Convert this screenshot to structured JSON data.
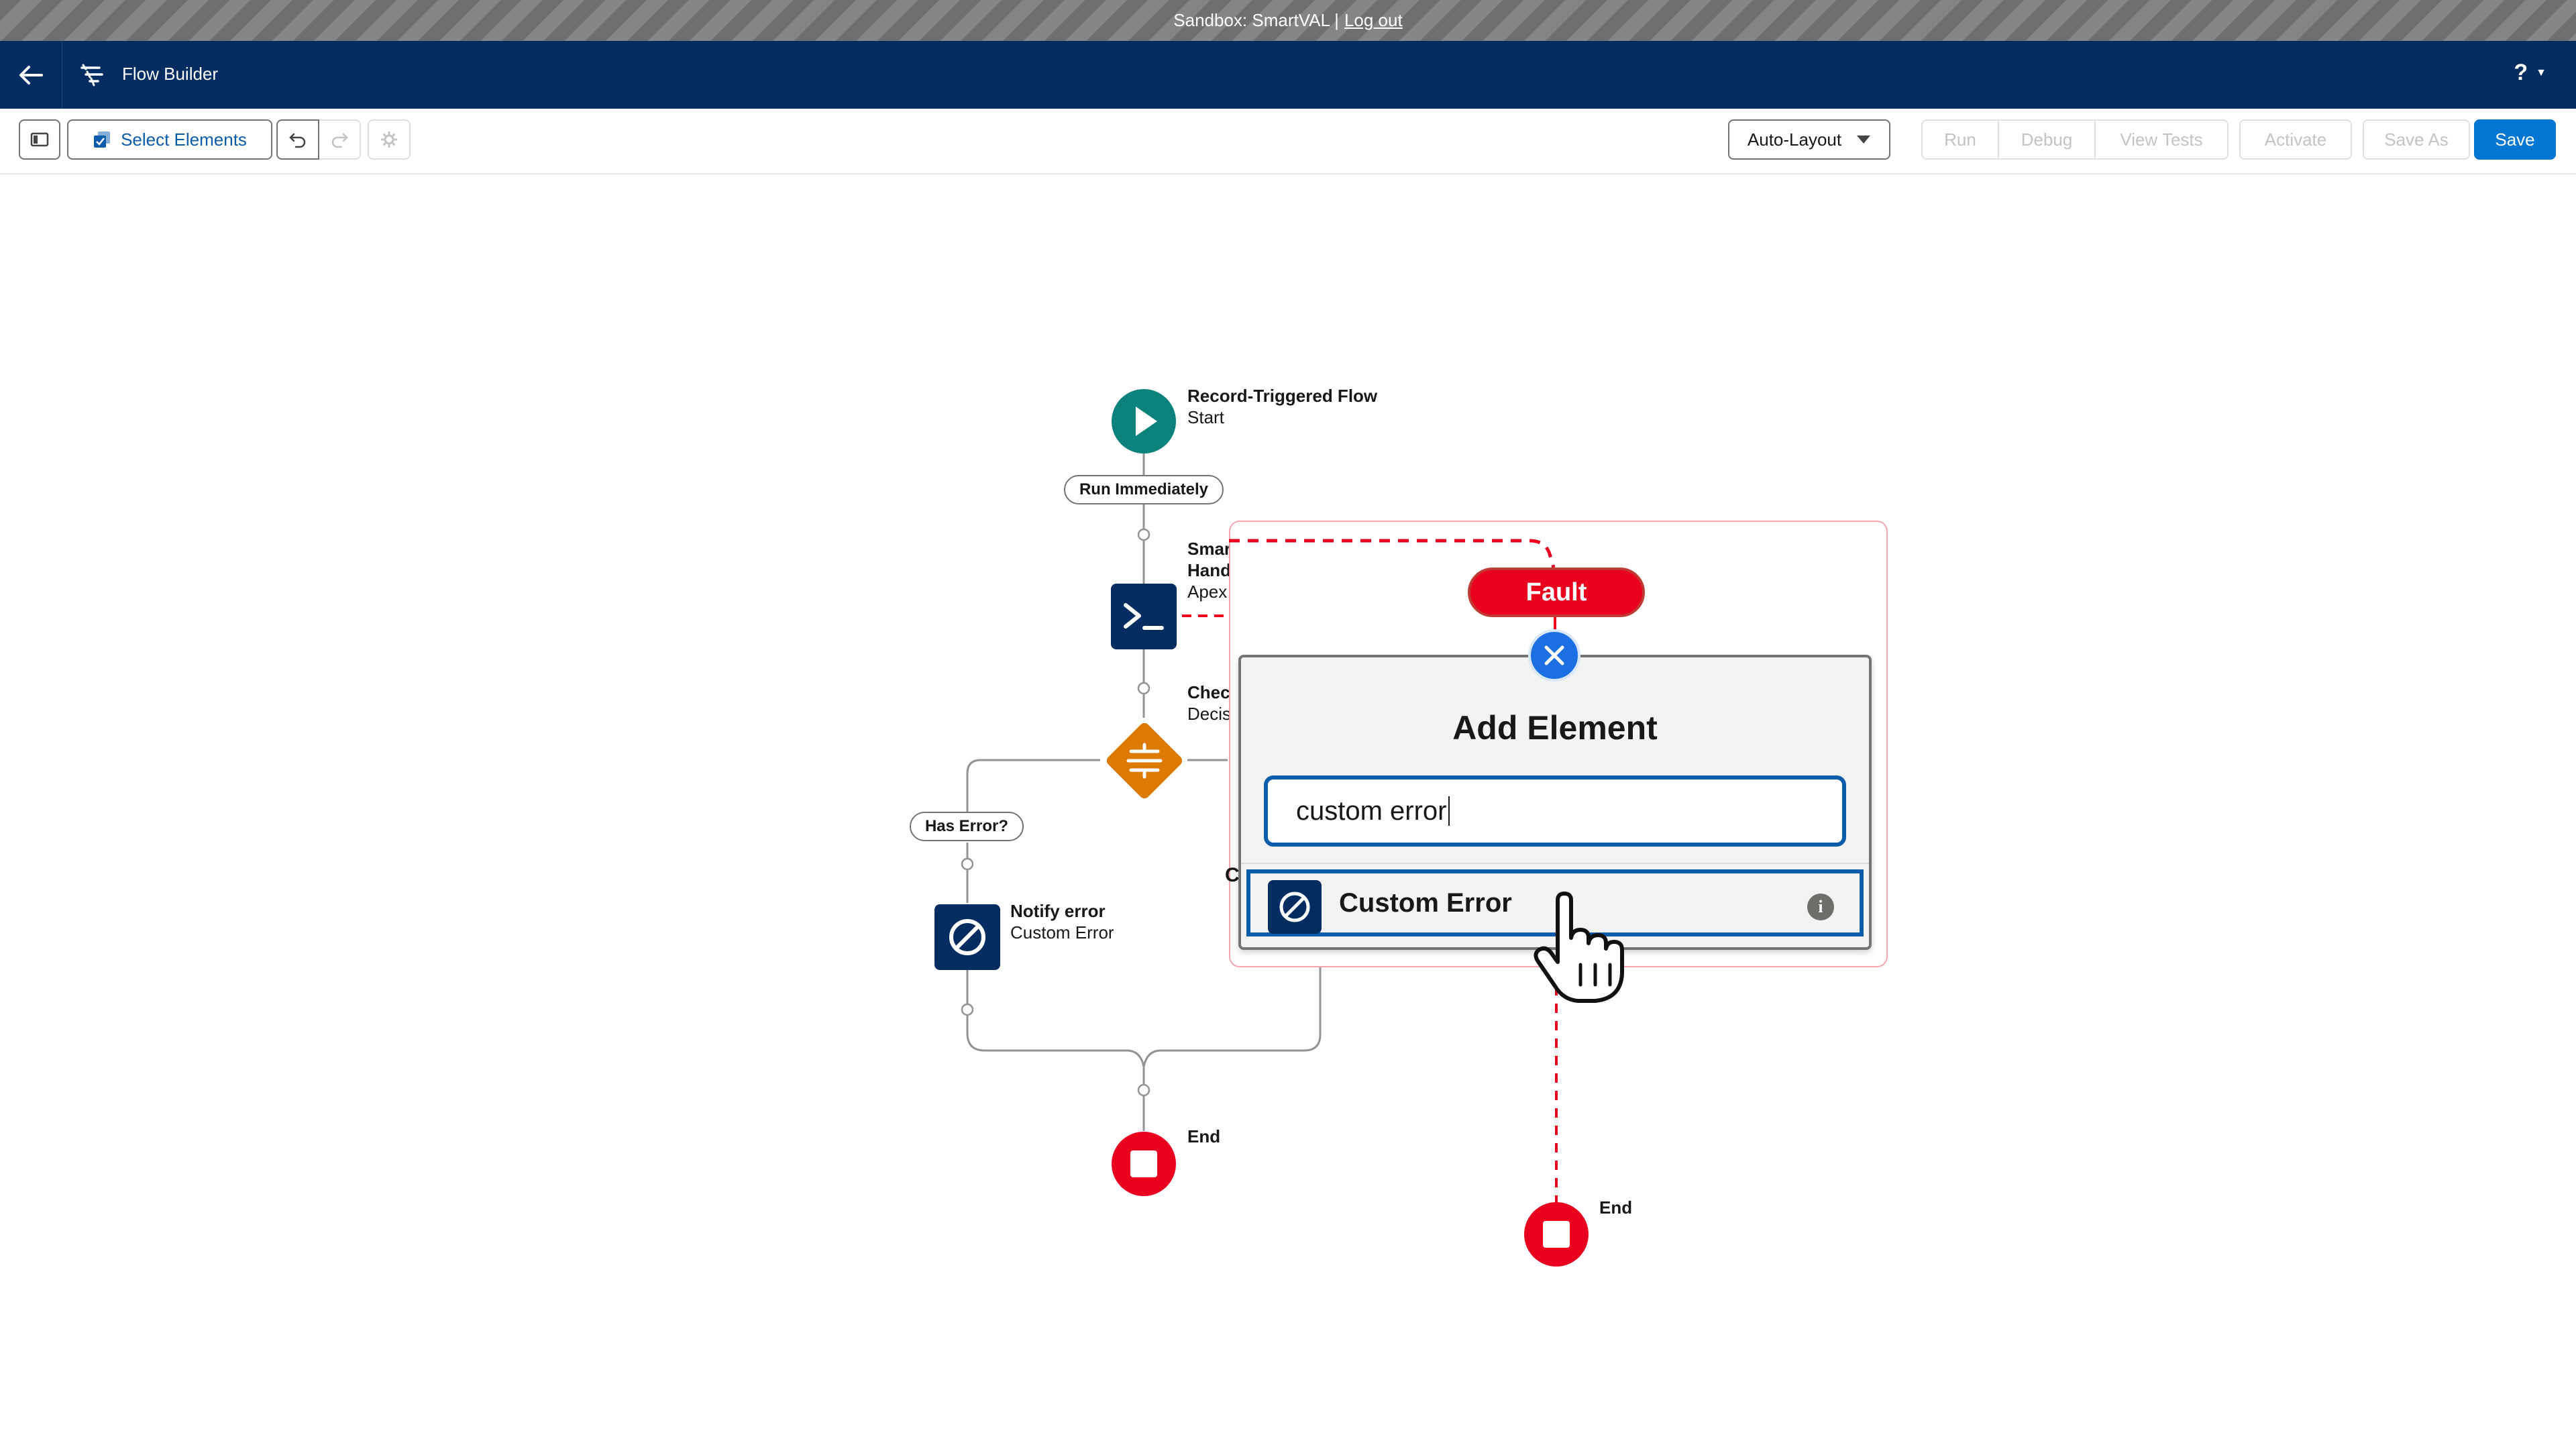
{
  "sandbox": {
    "text": "Sandbox: SmartVAL |",
    "logout": "Log out"
  },
  "header": {
    "title": "Flow Builder",
    "help": "?"
  },
  "toolbar": {
    "select_elements": "Select Elements",
    "layout_mode": "Auto-Layout",
    "run": "Run",
    "debug": "Debug",
    "view_tests": "View Tests",
    "activate": "Activate",
    "save_as": "Save As",
    "save": "Save"
  },
  "flow": {
    "start": {
      "title": "Record-Triggered Flow",
      "subtitle": "Start"
    },
    "run_path": "Run Immediately",
    "apex": {
      "line1": "Smar",
      "line2": "Hand",
      "line3": "Apex"
    },
    "decision": {
      "line1": "Chec",
      "line2": "Decis"
    },
    "branch_label": "Has Error?",
    "notify": {
      "title": "Notify error",
      "subtitle": "Custom Error"
    },
    "end_main": "End",
    "end_fault": "End",
    "hidden_c": "C"
  },
  "popover": {
    "fault_label": "Fault",
    "title": "Add Element",
    "search_value": "custom error",
    "result_label": "Custom Error"
  },
  "colors": {
    "header_bg": "#032d60",
    "brand_blue": "#0176d3",
    "start_teal": "#0b827c",
    "decision_orange": "#dd7a01",
    "end_red": "#ea001e",
    "fault_red": "#ea001e",
    "action_navy": "#032d60"
  }
}
